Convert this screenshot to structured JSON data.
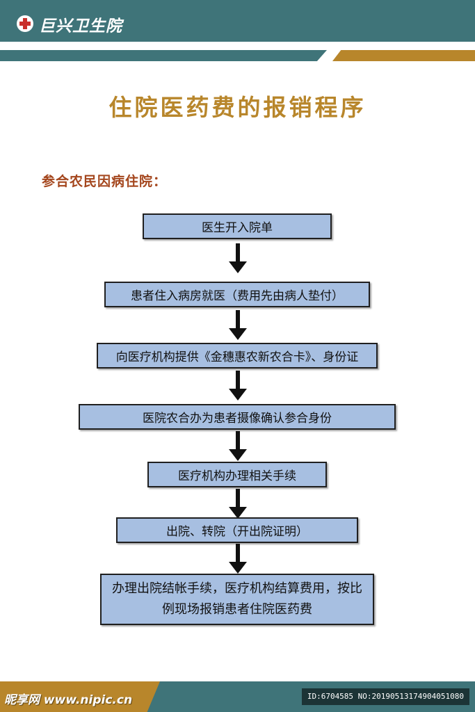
{
  "header": {
    "hospital_name": "巨兴卫生院",
    "logo_icon": "red-cross-icon"
  },
  "title": "住院医药费的报销程序",
  "section_heading": "参合农民因病住院：",
  "steps": [
    {
      "label": "医生开入院单"
    },
    {
      "label": "患者住入病房就医（费用先由病人垫付）"
    },
    {
      "label": "向医疗机构提供《金穗惠农新农合卡》、身份证"
    },
    {
      "label": "医院农合办为患者摄像确认参合身份"
    },
    {
      "label": "医疗机构办理相关手续"
    },
    {
      "label": "出院、转院（开出院证明）"
    },
    {
      "label": "办理出院结帐手续，医疗机构结算费用，按比例现场报销患者住院医药费"
    }
  ],
  "footer": {
    "watermark": "昵享网 www.nipic.cn",
    "image_id": "ID:6704585 NO:20190513174904051080"
  },
  "colors": {
    "teal": "#3f7479",
    "gold": "#b8862b",
    "box_fill": "#a7bfe1",
    "heading": "#a4461d"
  }
}
